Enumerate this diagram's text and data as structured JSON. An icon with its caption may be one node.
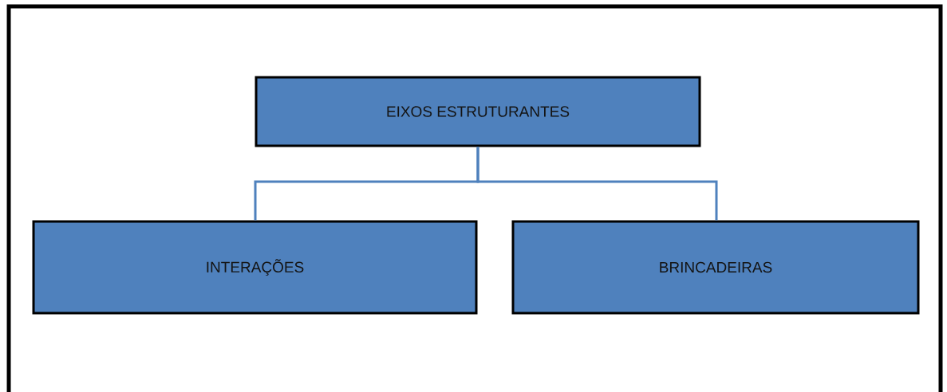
{
  "diagram": {
    "nodes": [
      {
        "text": [
          "EIXOS ESTRUTURANTES"
        ]
      },
      {
        "text": [
          "INTERAÇÕES"
        ]
      },
      {
        "text": [
          "BRINCADEIRAS"
        ]
      }
    ],
    "edges": [
      {
        "from": 0,
        "to": 1,
        "arrow": "none"
      },
      {
        "from": 0,
        "to": 2,
        "arrow": "none"
      }
    ]
  }
}
